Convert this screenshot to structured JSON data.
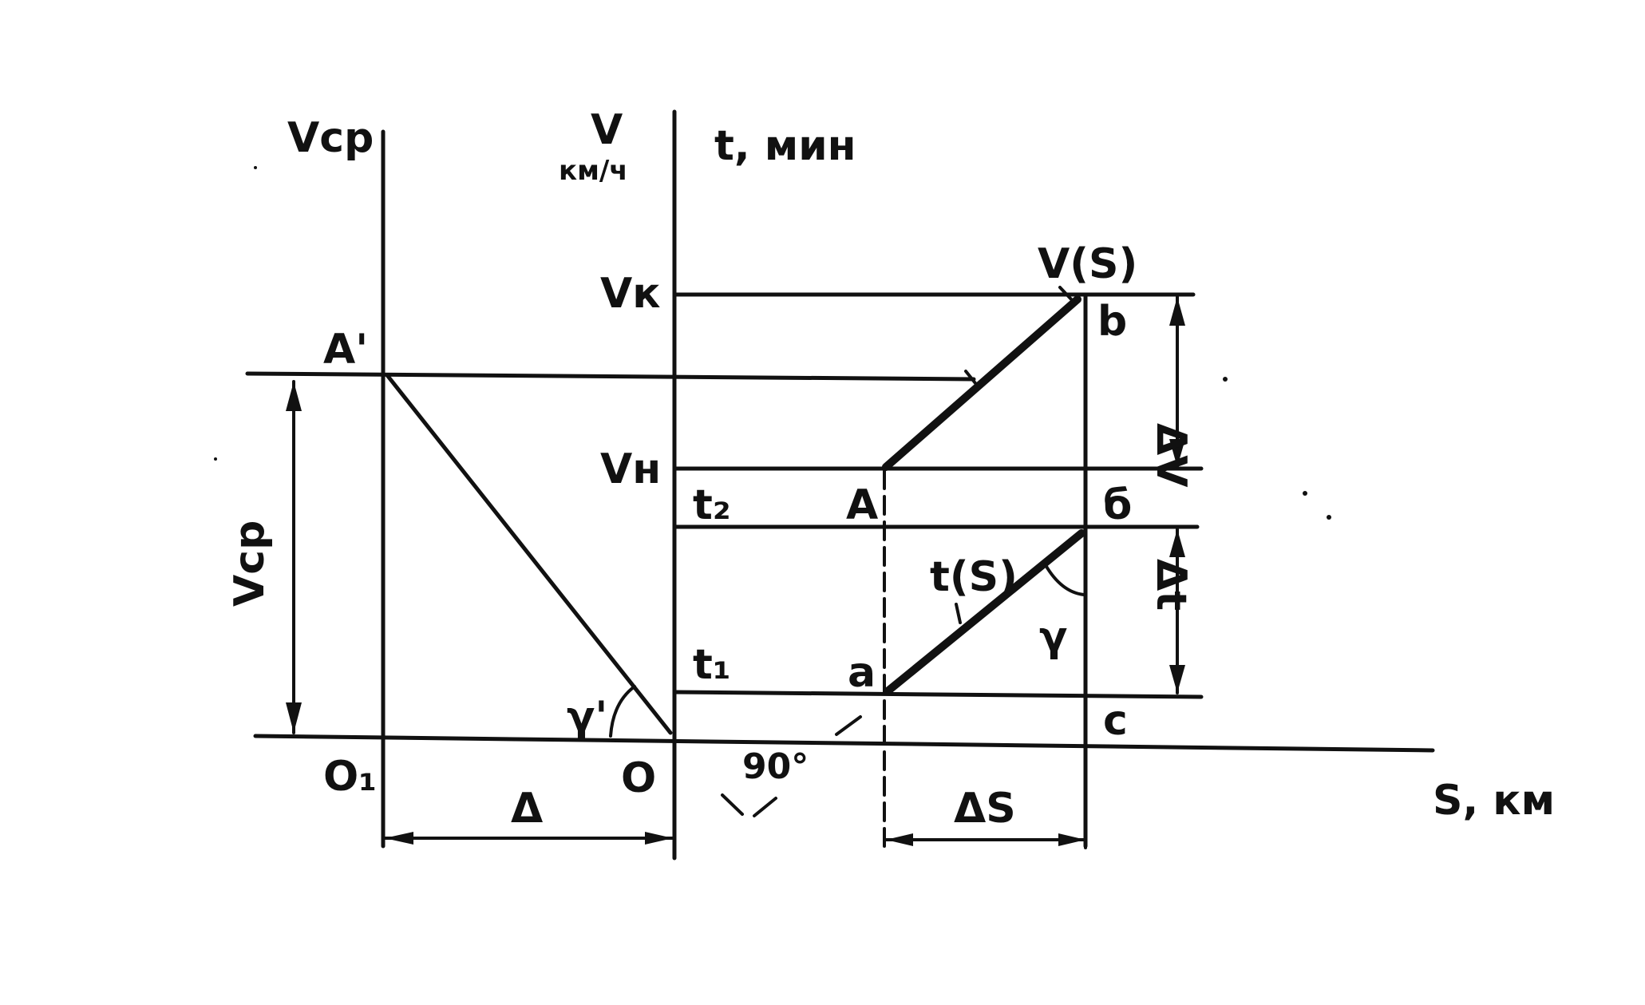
{
  "axes": {
    "v_avg_axis_label": "Vср",
    "v_axis_label": "V",
    "v_axis_unit": "км/ч",
    "t_axis_label": "t, мин",
    "s_axis_label": "S, км"
  },
  "levels": {
    "v_final": "Vк",
    "v_initial": "Vн",
    "t_second": "t₂",
    "t_first": "t₁"
  },
  "points": {
    "A_prime": "A'",
    "O1": "O₁",
    "O": "O",
    "A": "A",
    "a": "a",
    "b_upper": "b",
    "b_lower": "б",
    "c": "c"
  },
  "curves": {
    "speed_curve": "V(S)",
    "time_curve": "t(S)"
  },
  "dimensions": {
    "v_avg": "Vср",
    "delta": "Δ",
    "delta_s": "ΔS",
    "delta_v": "ΔV",
    "delta_t": "Δt"
  },
  "angles": {
    "gamma": "γ",
    "gamma_prime": "γ'",
    "right_angle": "90°"
  }
}
